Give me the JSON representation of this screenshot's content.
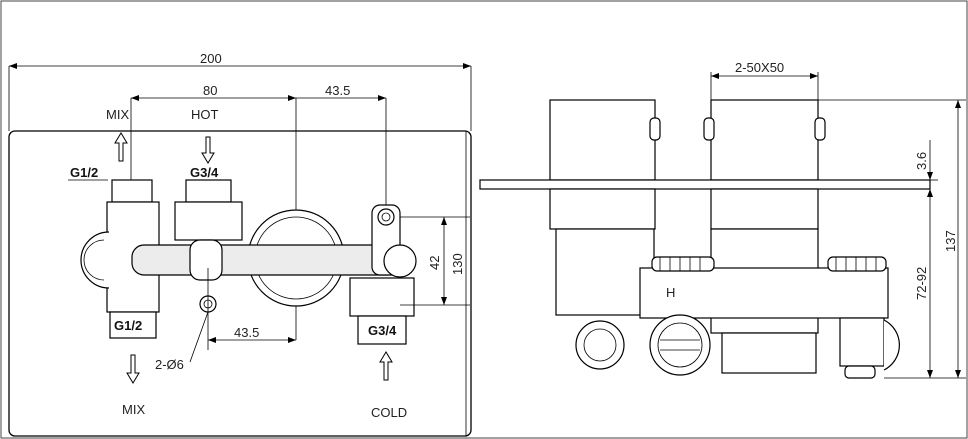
{
  "front_view": {
    "dim_total_width": "200",
    "dim_outlet_spacing": "80",
    "dim_right_offset": "43.5",
    "dim_bottom_offset": "43.5",
    "dim_height_42": "42",
    "dim_height_130": "130",
    "label_mix_top": "MIX",
    "label_hot": "HOT",
    "label_mix_bottom": "MIX",
    "label_cold": "COLD",
    "thread_top_left": "G1/2",
    "thread_top_center": "G3/4",
    "thread_bottom_left": "G1/2",
    "thread_bottom_right": "G3/4",
    "holes": "2-Ø6"
  },
  "side_view": {
    "dim_spindles": "2-50X50",
    "dim_plate": "3.6",
    "dim_depth_range": "72-92",
    "dim_total_depth": "137",
    "hot_marker": "H"
  },
  "icons": [
    "arrow-up-icon",
    "arrow-down-icon"
  ]
}
